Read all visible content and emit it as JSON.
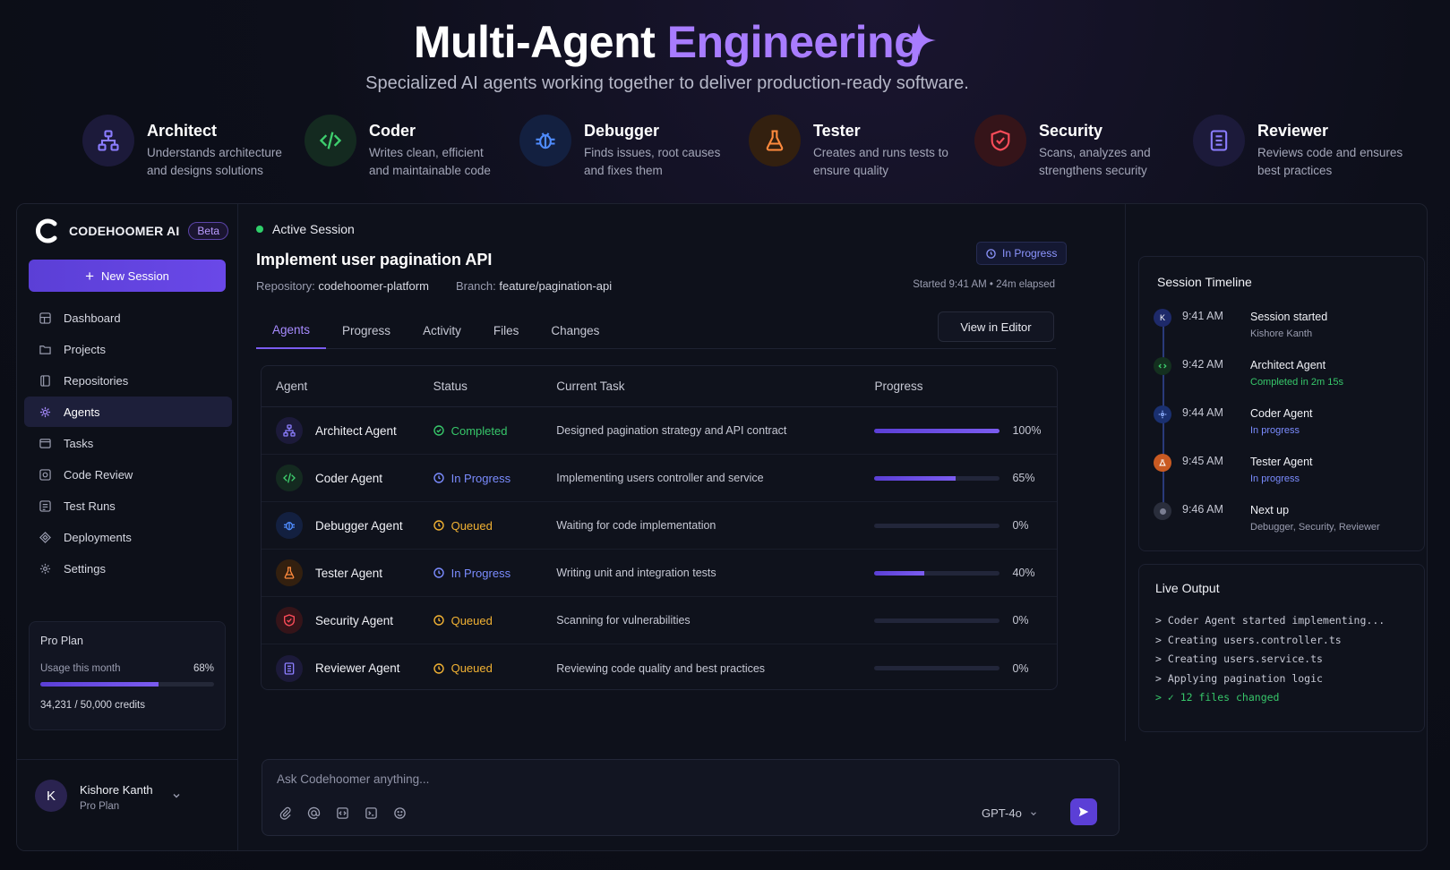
{
  "hero": {
    "title_prefix": "Multi-Agent",
    "title_accent": "Engineering",
    "subtitle": "Specialized AI agents working together to deliver production-ready software.",
    "features": [
      {
        "title": "Architect",
        "desc1": "Understands architecture",
        "desc2": "and designs solutions",
        "icon": "hierarchy-icon",
        "color": "#8b7dff"
      },
      {
        "title": "Coder",
        "desc1": "Writes clean, efficient",
        "desc2": "and maintainable code",
        "icon": "code-icon",
        "color": "#3ecf6e"
      },
      {
        "title": "Debugger",
        "desc1": "Finds issues, root causes",
        "desc2": "and fixes them",
        "icon": "bug-icon",
        "color": "#4f8cff"
      },
      {
        "title": "Tester",
        "desc1": "Creates and runs tests to",
        "desc2": "ensure quality",
        "icon": "flask-icon",
        "color": "#ff8a3d"
      },
      {
        "title": "Security",
        "desc1": "Scans, analyzes and",
        "desc2": "strengthens security",
        "icon": "shield-icon",
        "color": "#ff4d5a"
      },
      {
        "title": "Reviewer",
        "desc1": "Reviews code and ensures",
        "desc2": "best practices",
        "icon": "document-icon",
        "color": "#8b7dff"
      }
    ]
  },
  "sidebar": {
    "brand": "CODEHOOMER AI",
    "beta": "Beta",
    "new_session": "New Session",
    "items": [
      {
        "label": "Dashboard",
        "icon": "grid-icon"
      },
      {
        "label": "Projects",
        "icon": "folder-icon"
      },
      {
        "label": "Repositories",
        "icon": "repo-icon"
      },
      {
        "label": "Agents",
        "icon": "agent-icon"
      },
      {
        "label": "Tasks",
        "icon": "tasks-icon"
      },
      {
        "label": "Code Review",
        "icon": "review-icon"
      },
      {
        "label": "Test Runs",
        "icon": "test-icon"
      },
      {
        "label": "Deployments",
        "icon": "deploy-icon"
      },
      {
        "label": "Settings",
        "icon": "gear-icon"
      }
    ],
    "plan": {
      "title": "Pro Plan",
      "usage_label": "Usage this month",
      "usage_pct": "68%",
      "usage_value": 0.68,
      "credits": "34,231 / 50,000 credits"
    },
    "user": {
      "initial": "K",
      "name": "Kishore Kanth",
      "plan": "Pro Plan"
    }
  },
  "main": {
    "active_label": "Active Session",
    "task_title": "Implement user pagination API",
    "repo_label": "Repository:",
    "repo_value": "codehoomer-platform",
    "branch_label": "Branch:",
    "branch_value": "feature/pagination-api",
    "status": "In Progress",
    "started": "Started 9:41 AM • 24m elapsed",
    "tabs": [
      "Agents",
      "Progress",
      "Activity",
      "Files",
      "Changes"
    ],
    "view_editor": "View in Editor",
    "table": {
      "headers": [
        "Agent",
        "Status",
        "Current Task",
        "Progress"
      ],
      "rows": [
        {
          "agent": "Architect Agent",
          "status": "Completed",
          "status_color": "#37c76a",
          "task": "Designed pagination strategy and API contract",
          "progress": "100%",
          "value": 1.0
        },
        {
          "agent": "Coder Agent",
          "status": "In Progress",
          "status_color": "#7b8cff",
          "task": "Implementing users controller and service",
          "progress": "65%",
          "value": 0.65
        },
        {
          "agent": "Debugger Agent",
          "status": "Queued",
          "status_color": "#f2b233",
          "task": "Waiting for code implementation",
          "progress": "0%",
          "value": 0
        },
        {
          "agent": "Tester Agent",
          "status": "In Progress",
          "status_color": "#7b8cff",
          "task": "Writing unit and integration tests",
          "progress": "40%",
          "value": 0.4
        },
        {
          "agent": "Security Agent",
          "status": "Queued",
          "status_color": "#f2b233",
          "task": "Scanning for vulnerabilities",
          "progress": "0%",
          "value": 0
        },
        {
          "agent": "Reviewer Agent",
          "status": "Queued",
          "status_color": "#f2b233",
          "task": "Reviewing code quality and best practices",
          "progress": "0%",
          "value": 0
        }
      ]
    }
  },
  "timeline": {
    "title": "Session Timeline",
    "items": [
      {
        "dot": "K",
        "time": "9:41 AM",
        "name": "Session started",
        "sub": "Kishore Kanth",
        "tone": "gray"
      },
      {
        "dot": "",
        "time": "9:42 AM",
        "name": "Architect Agent",
        "sub": "Completed in 2m 15s",
        "tone": "green"
      },
      {
        "dot": "",
        "time": "9:44 AM",
        "name": "Coder Agent",
        "sub": "In progress",
        "tone": "blue"
      },
      {
        "dot": "",
        "time": "9:45 AM",
        "name": "Tester Agent",
        "sub": "In progress",
        "tone": "blue"
      },
      {
        "dot": "",
        "time": "9:46 AM",
        "name": "Next up",
        "sub": "Debugger, Security, Reviewer",
        "tone": "gray"
      }
    ]
  },
  "live": {
    "title": "Live Output",
    "lines": [
      "> Coder Agent started implementing...",
      "> Creating users.controller.ts",
      "> Creating users.service.ts",
      "> Applying pagination logic",
      "> ✓ 12 files changed"
    ]
  },
  "chat": {
    "placeholder": "Ask Codehoomer anything...",
    "model": "GPT-4o"
  }
}
